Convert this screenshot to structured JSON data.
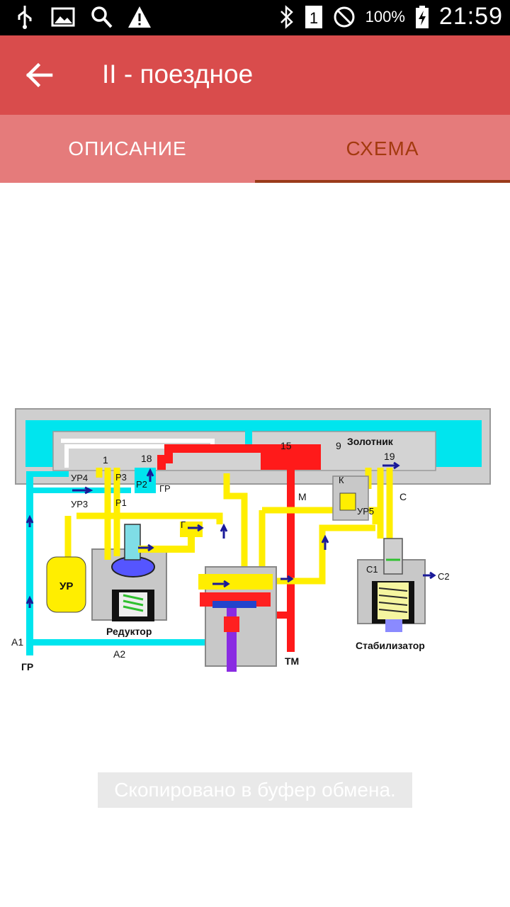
{
  "status_bar": {
    "battery": "100%",
    "time": "21:59",
    "sim": "1"
  },
  "app_bar": {
    "title": "II - поездное"
  },
  "tabs": [
    {
      "label": "ОПИСАНИЕ"
    },
    {
      "label": "СХЕМА"
    }
  ],
  "diagram": {
    "labels": {
      "zolotnik": "Золотник",
      "n15": "15",
      "n9": "9",
      "n1": "1",
      "n18": "18",
      "n19": "19",
      "ur4": "УР4",
      "r3": "Р3",
      "r2": "Р2",
      "gr_top": "ГР",
      "ur3": "УР3",
      "r1": "Р1",
      "g": "Г",
      "m": "М",
      "k": "К",
      "ur5": "УР5",
      "c": "С",
      "ur": "УР",
      "c1": "С1",
      "c2": "С2",
      "reduktor": "Редуктор",
      "a1": "А1",
      "a2": "А2",
      "gr_bottom": "ГР",
      "tm": "ТМ",
      "stab": "Стабилизатор"
    }
  },
  "toast": {
    "text": "Скопировано в буфер обмена."
  }
}
